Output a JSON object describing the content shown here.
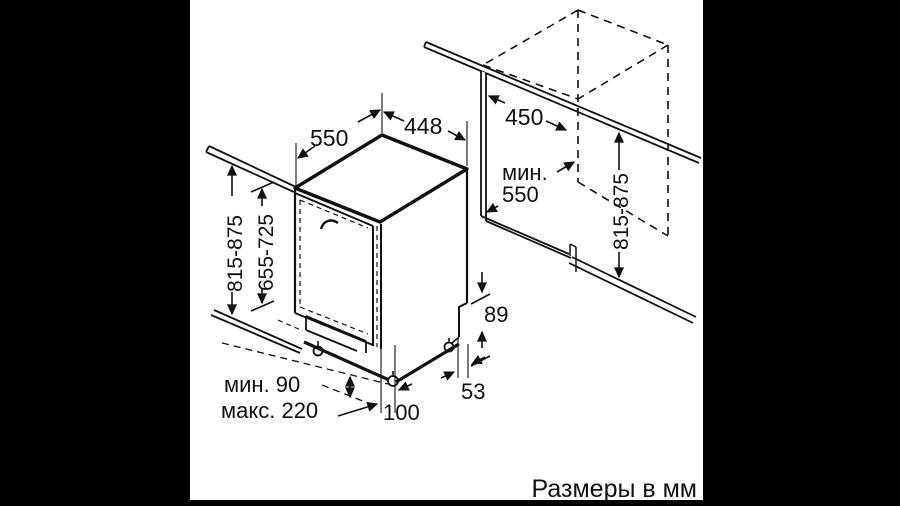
{
  "diagram": {
    "type": "installation-dimension-drawing",
    "footer": "Размеры в мм",
    "colors": {
      "line": "#111111",
      "background": "#ffffff",
      "frame": "#000000"
    },
    "dimensions": {
      "width_top": "550",
      "depth_top": "448",
      "niche_width": "450",
      "niche_depth_label": "мин.",
      "niche_depth_value": "550",
      "height_range_left": "815-875",
      "door_height_range": "655-725",
      "height_range_right": "815-875",
      "plinth_height": "89",
      "rear_gap": "53",
      "foot_inset": "100",
      "feet_min": "мин. 90",
      "feet_max": "макс. 220"
    }
  }
}
